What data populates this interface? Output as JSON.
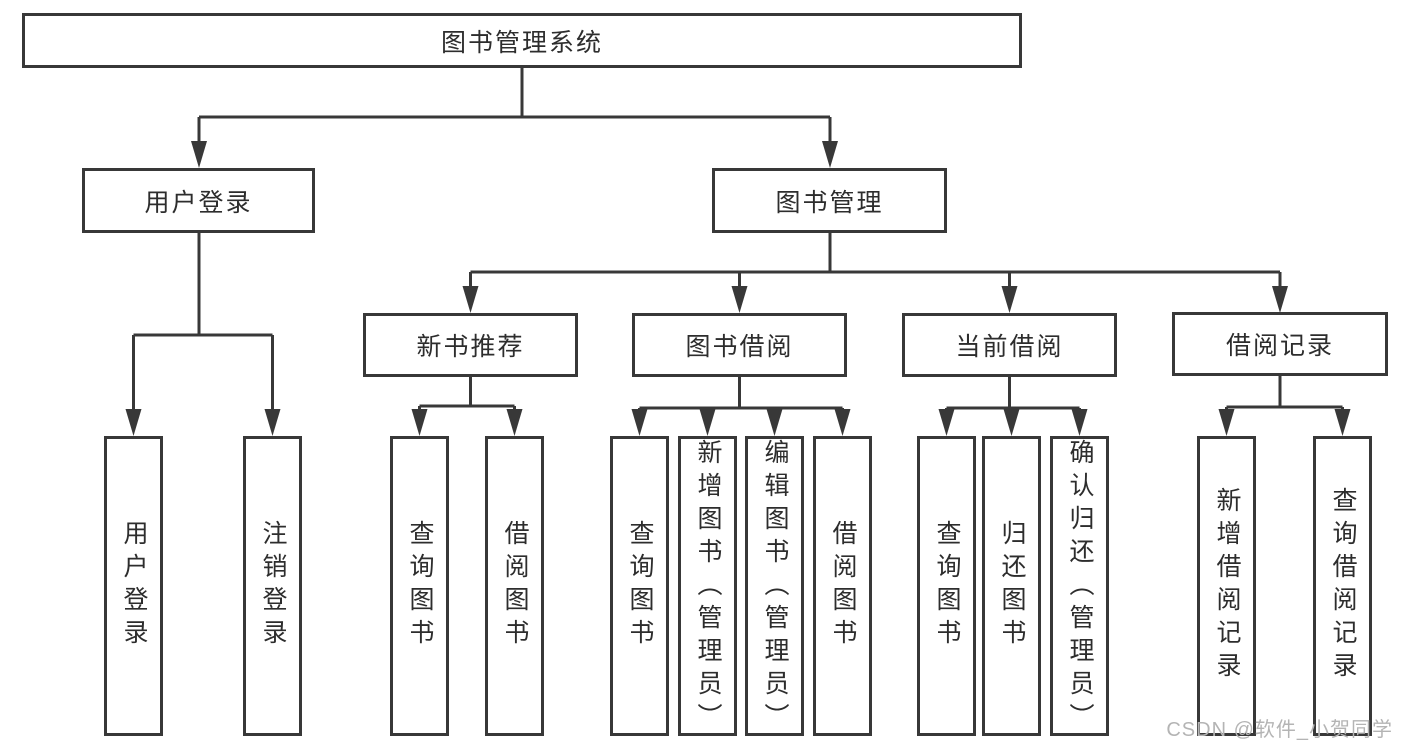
{
  "tree": {
    "label": "图书管理系统",
    "children": [
      {
        "label": "用户登录",
        "children": [
          {
            "label": "用户登录"
          },
          {
            "label": "注销登录"
          }
        ]
      },
      {
        "label": "图书管理",
        "children": [
          {
            "label": "新书推荐",
            "children": [
              {
                "label": "查询图书"
              },
              {
                "label": "借阅图书"
              }
            ]
          },
          {
            "label": "图书借阅",
            "children": [
              {
                "label": "查询图书"
              },
              {
                "label": "新增图书（管理员）"
              },
              {
                "label": "编辑图书（管理员）"
              },
              {
                "label": "借阅图书"
              }
            ]
          },
          {
            "label": "当前借阅",
            "children": [
              {
                "label": "查询图书"
              },
              {
                "label": "归还图书"
              },
              {
                "label": "确认归还（管理员）"
              }
            ]
          },
          {
            "label": "借阅记录",
            "children": [
              {
                "label": "新增借阅记录"
              },
              {
                "label": "查询借阅记录"
              }
            ]
          }
        ]
      }
    ]
  },
  "watermark": {
    "text": "CSDN @软件_小贺同学"
  },
  "colors": {
    "line": "#383838",
    "box_border": "#383838",
    "box_fill": "#ffffff",
    "text": "#2d2d2d",
    "watermark": "#b4b4b4",
    "background": "#ffffff"
  }
}
